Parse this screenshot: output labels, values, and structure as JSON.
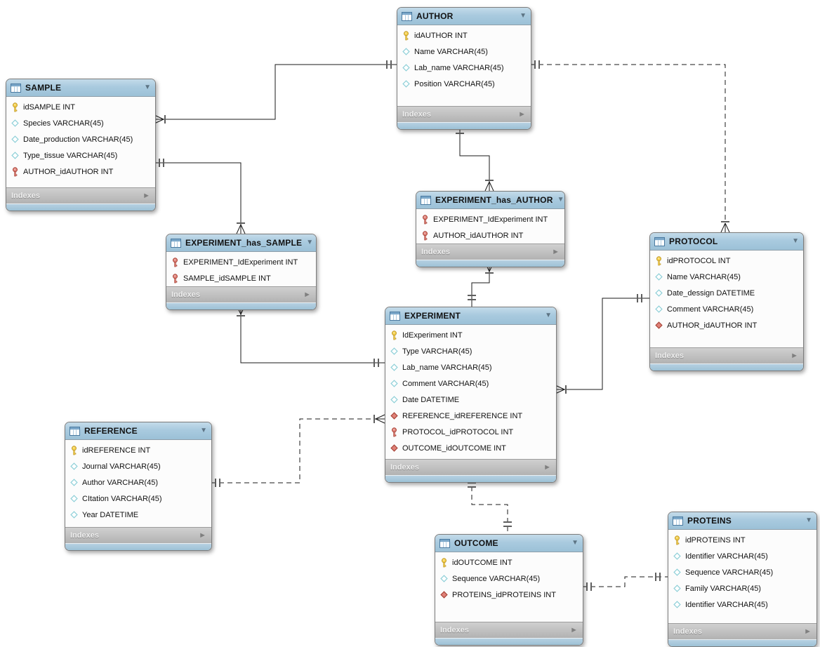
{
  "diagram": {
    "type": "eer-database-diagram",
    "icons": {
      "collapse_caret": "▼",
      "expand_arrow": "►"
    },
    "colors": {
      "table_header_blue": "#a9cadf",
      "footer_gray": "#bdbdbd",
      "primary_key_yellow": "#f5d14b",
      "primary_key_outline": "#c19a2e",
      "foreign_key_red": "#e08178",
      "foreign_key_outline": "#a8463a",
      "column_diamond_outline": "#8ecfd8",
      "line_black": "#1a1a1a"
    },
    "tables": [
      {
        "id": "sample",
        "title": "SAMPLE",
        "footer": "Indexes",
        "fields": [
          {
            "icon": "primary-key",
            "text": "idSAMPLE INT"
          },
          {
            "icon": "column",
            "text": "Species VARCHAR(45)"
          },
          {
            "icon": "column",
            "text": "Date_production VARCHAR(45)"
          },
          {
            "icon": "column",
            "text": "Type_tissue VARCHAR(45)"
          },
          {
            "icon": "foreign-key-key",
            "text": "AUTHOR_idAUTHOR INT"
          }
        ]
      },
      {
        "id": "author",
        "title": "AUTHOR",
        "footer": "Indexes",
        "fields": [
          {
            "icon": "primary-key",
            "text": "idAUTHOR INT"
          },
          {
            "icon": "column",
            "text": "Name VARCHAR(45)"
          },
          {
            "icon": "column",
            "text": "Lab_name VARCHAR(45)"
          },
          {
            "icon": "column",
            "text": "Position VARCHAR(45)"
          }
        ]
      },
      {
        "id": "experiment_has_author",
        "title": "EXPERIMENT_has_AUTHOR",
        "footer": "Indexes",
        "fields": [
          {
            "icon": "foreign-key-key",
            "text": "EXPERIMENT_IdExperiment INT"
          },
          {
            "icon": "foreign-key-key",
            "text": "AUTHOR_idAUTHOR INT"
          }
        ]
      },
      {
        "id": "experiment_has_sample",
        "title": "EXPERIMENT_has_SAMPLE",
        "footer": "Indexes",
        "fields": [
          {
            "icon": "foreign-key-key",
            "text": "EXPERIMENT_IdExperiment INT"
          },
          {
            "icon": "foreign-key-key",
            "text": "SAMPLE_idSAMPLE INT"
          }
        ]
      },
      {
        "id": "protocol",
        "title": "PROTOCOL",
        "footer": "Indexes",
        "fields": [
          {
            "icon": "primary-key",
            "text": "idPROTOCOL INT"
          },
          {
            "icon": "column",
            "text": "Name VARCHAR(45)"
          },
          {
            "icon": "column",
            "text": "Date_dessign DATETIME"
          },
          {
            "icon": "column",
            "text": "Comment VARCHAR(45)"
          },
          {
            "icon": "foreign-key",
            "text": "AUTHOR_idAUTHOR INT"
          }
        ]
      },
      {
        "id": "experiment",
        "title": "EXPERIMENT",
        "footer": "Indexes",
        "fields": [
          {
            "icon": "primary-key",
            "text": "IdExperiment INT"
          },
          {
            "icon": "column",
            "text": "Type VARCHAR(45)"
          },
          {
            "icon": "column",
            "text": "Lab_name VARCHAR(45)"
          },
          {
            "icon": "column",
            "text": "Comment VARCHAR(45)"
          },
          {
            "icon": "column",
            "text": "Date DATETIME"
          },
          {
            "icon": "foreign-key",
            "text": "REFERENCE_idREFERENCE INT"
          },
          {
            "icon": "foreign-key-key",
            "text": "PROTOCOL_idPROTOCOL INT"
          },
          {
            "icon": "foreign-key",
            "text": "OUTCOME_idOUTCOME INT"
          }
        ]
      },
      {
        "id": "reference",
        "title": "REFERENCE",
        "footer": "Indexes",
        "fields": [
          {
            "icon": "primary-key",
            "text": "idREFERENCE INT"
          },
          {
            "icon": "column",
            "text": "Journal VARCHAR(45)"
          },
          {
            "icon": "column",
            "text": "Author VARCHAR(45)"
          },
          {
            "icon": "column",
            "text": "CItation VARCHAR(45)"
          },
          {
            "icon": "column",
            "text": "Year DATETIME"
          }
        ]
      },
      {
        "id": "outcome",
        "title": "OUTCOME",
        "footer": "Indexes",
        "fields": [
          {
            "icon": "primary-key",
            "text": "idOUTCOME INT"
          },
          {
            "icon": "column",
            "text": "Sequence VARCHAR(45)"
          },
          {
            "icon": "foreign-key",
            "text": "PROTEINS_idPROTEINS INT"
          }
        ]
      },
      {
        "id": "proteins",
        "title": "PROTEINS",
        "footer": "Indexes",
        "fields": [
          {
            "icon": "primary-key",
            "text": "idPROTEINS INT"
          },
          {
            "icon": "column",
            "text": "Identifier VARCHAR(45)"
          },
          {
            "icon": "column",
            "text": "Sequence VARCHAR(45)"
          },
          {
            "icon": "column",
            "text": "Family VARCHAR(45)"
          },
          {
            "icon": "column",
            "text": "Identifier VARCHAR(45)"
          }
        ]
      }
    ],
    "relationships": [
      {
        "id": "sample-author",
        "from": "SAMPLE",
        "to": "AUTHOR",
        "style": "solid",
        "from_end": "many",
        "to_end": "one"
      },
      {
        "id": "sample-experiment_has_sample",
        "from": "SAMPLE",
        "to": "EXPERIMENT_has_SAMPLE",
        "style": "solid",
        "from_end": "one",
        "to_end": "many"
      },
      {
        "id": "experiment_has_sample-experiment",
        "from": "EXPERIMENT_has_SAMPLE",
        "to": "EXPERIMENT",
        "style": "solid",
        "from_end": "many",
        "to_end": "one"
      },
      {
        "id": "author-experiment_has_author",
        "from": "AUTHOR",
        "to": "EXPERIMENT_has_AUTHOR",
        "style": "solid",
        "from_end": "one",
        "to_end": "many"
      },
      {
        "id": "experiment_has_author-experiment",
        "from": "EXPERIMENT_has_AUTHOR",
        "to": "EXPERIMENT",
        "style": "solid",
        "from_end": "many",
        "to_end": "one"
      },
      {
        "id": "author-protocol",
        "from": "AUTHOR",
        "to": "PROTOCOL",
        "style": "dashed",
        "from_end": "one",
        "to_end": "many"
      },
      {
        "id": "experiment-protocol",
        "from": "EXPERIMENT",
        "to": "PROTOCOL",
        "style": "solid",
        "from_end": "many",
        "to_end": "one"
      },
      {
        "id": "reference-experiment",
        "from": "REFERENCE",
        "to": "EXPERIMENT",
        "style": "dashed",
        "from_end": "one",
        "to_end": "many"
      },
      {
        "id": "experiment-outcome",
        "from": "EXPERIMENT",
        "to": "OUTCOME",
        "style": "dashed",
        "from_end": "one",
        "to_end": "one"
      },
      {
        "id": "outcome-proteins",
        "from": "OUTCOME",
        "to": "PROTEINS",
        "style": "dashed",
        "from_end": "one",
        "to_end": "one"
      }
    ]
  }
}
